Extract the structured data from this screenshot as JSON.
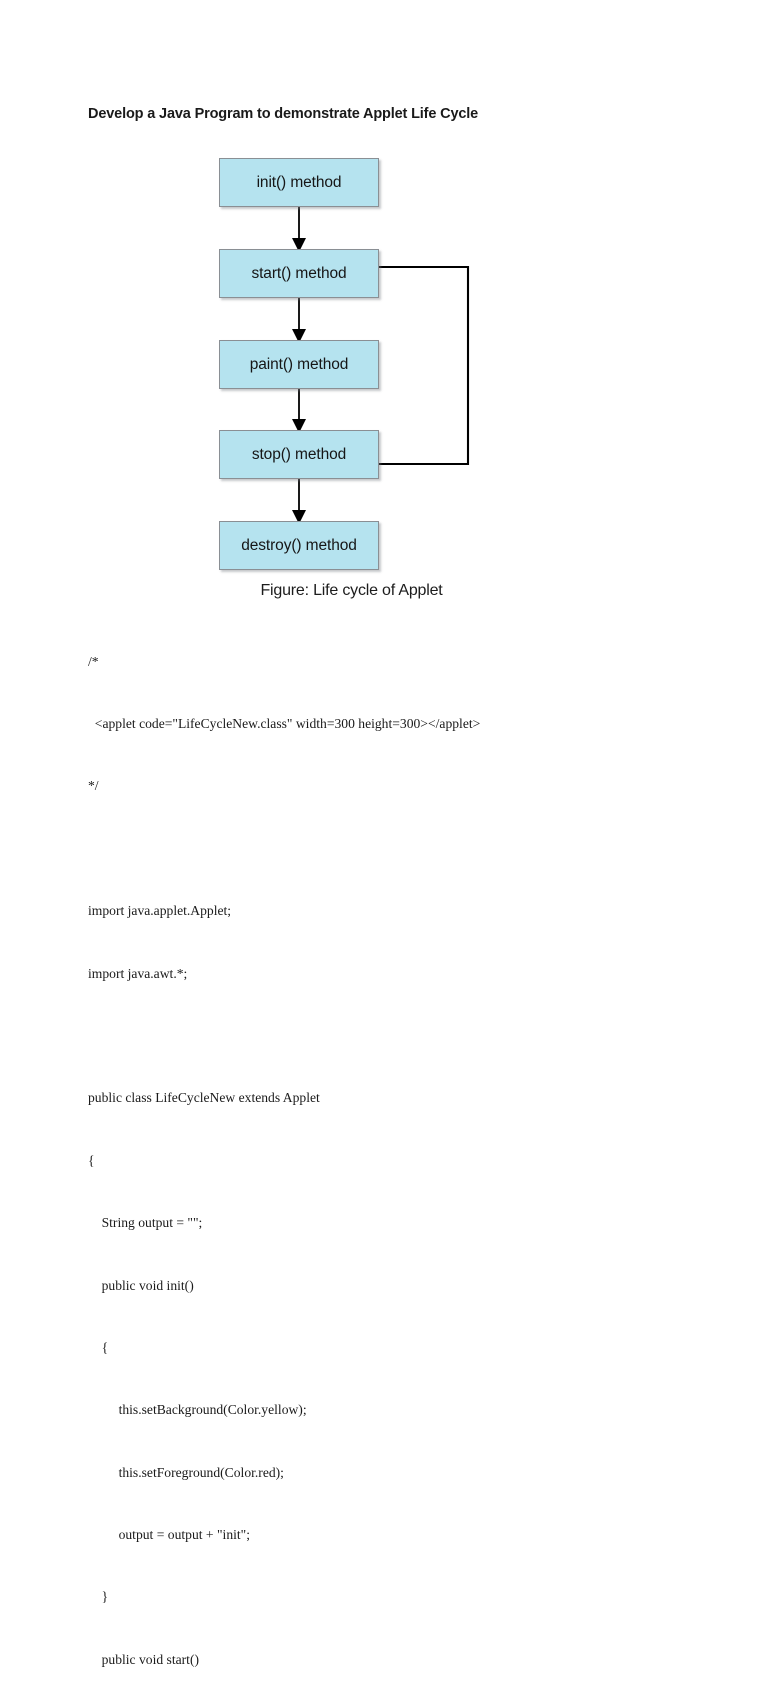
{
  "document": {
    "title": "Develop a Java Program to demonstrate Applet Life Cycle"
  },
  "figure": {
    "caption": "Figure: Life cycle of Applet",
    "box_fill_color": "#b5e3ef",
    "box_border_color": "#8a8f94",
    "arrow_color": "#000000",
    "nodes": [
      {
        "id": "init",
        "label": "init() method"
      },
      {
        "id": "start",
        "label": "start() method"
      },
      {
        "id": "paint",
        "label": "paint() method"
      },
      {
        "id": "stop",
        "label": "stop() method"
      },
      {
        "id": "destroy",
        "label": "destroy() method"
      }
    ],
    "edges": [
      {
        "from": "init",
        "to": "start",
        "type": "down"
      },
      {
        "from": "start",
        "to": "paint",
        "type": "down"
      },
      {
        "from": "paint",
        "to": "stop",
        "type": "down"
      },
      {
        "from": "stop",
        "to": "destroy",
        "type": "down"
      },
      {
        "from": "stop",
        "to": "start",
        "type": "feedback-loop-right"
      }
    ]
  },
  "code": {
    "lines": [
      "/*",
      "  <applet code=\"LifeCycleNew.class\" width=300 height=300></applet>",
      "*/",
      "",
      "import java.applet.Applet;",
      "import java.awt.*;",
      "",
      "public class LifeCycleNew extends Applet",
      "{",
      "    String output = \"\";",
      "    public void init()",
      "    {",
      "         this.setBackground(Color.yellow);",
      "         this.setForeground(Color.red);",
      "         output = output + \"init\";",
      "    }",
      "    public void start()"
    ]
  }
}
